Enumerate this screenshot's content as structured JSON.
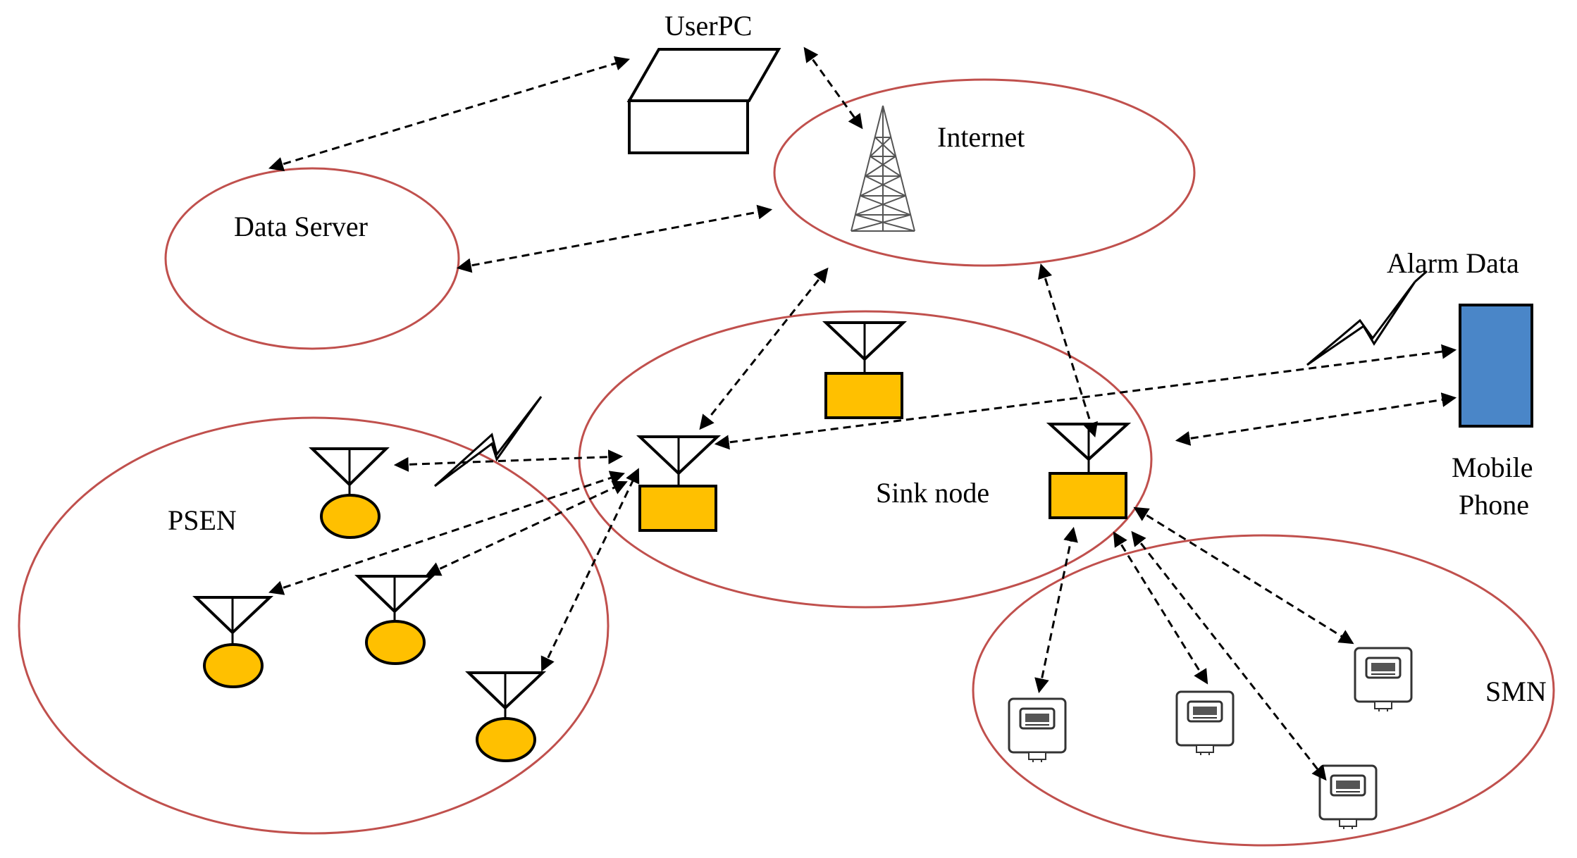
{
  "labels": {
    "user_pc": "UserPC",
    "internet": "Internet",
    "data_server": "Data Server",
    "alarm_data": "Alarm Data",
    "mobile_phone_line1": "Mobile",
    "mobile_phone_line2": "Phone",
    "sink_node": "Sink node",
    "psen": "PSEN",
    "smn": "SMN"
  },
  "colors": {
    "zone_outline": "#c0504d",
    "node_fill": "#ffc000",
    "phone_fill": "#4a86c8",
    "line": "#000000"
  },
  "icons": {
    "user_pc": "computer-icon",
    "internet": "cell-tower-icon",
    "mobile_phone": "mobile-phone-icon",
    "sink_node": "antenna-node-icon",
    "sensor_node": "antenna-sensor-icon",
    "smart_meter": "electric-meter-icon",
    "wireless_link": "lightning-bolt-icon"
  }
}
